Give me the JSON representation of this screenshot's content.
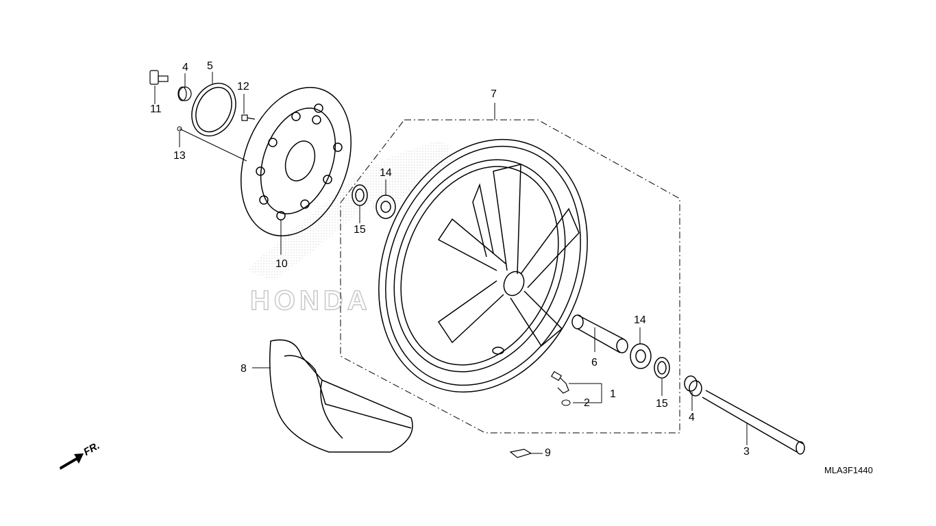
{
  "diagram": {
    "reference_code": "MLA3F1440",
    "direction_marker": "FR.",
    "watermark": "HONDA",
    "callouts": [
      {
        "id": "c1",
        "text": "1"
      },
      {
        "id": "c2",
        "text": "2"
      },
      {
        "id": "c3",
        "text": "3"
      },
      {
        "id": "c4a",
        "text": "4"
      },
      {
        "id": "c4b",
        "text": "4"
      },
      {
        "id": "c5",
        "text": "5"
      },
      {
        "id": "c6",
        "text": "6"
      },
      {
        "id": "c7",
        "text": "7"
      },
      {
        "id": "c8",
        "text": "8"
      },
      {
        "id": "c9",
        "text": "9"
      },
      {
        "id": "c10",
        "text": "10"
      },
      {
        "id": "c11",
        "text": "11"
      },
      {
        "id": "c12",
        "text": "12"
      },
      {
        "id": "c13",
        "text": "13"
      },
      {
        "id": "c14a",
        "text": "14"
      },
      {
        "id": "c14b",
        "text": "14"
      },
      {
        "id": "c15a",
        "text": "15"
      },
      {
        "id": "c15b",
        "text": "15"
      }
    ]
  },
  "colors": {
    "ink": "#000000",
    "watermark": "#c8c8c8",
    "background": "#ffffff"
  }
}
